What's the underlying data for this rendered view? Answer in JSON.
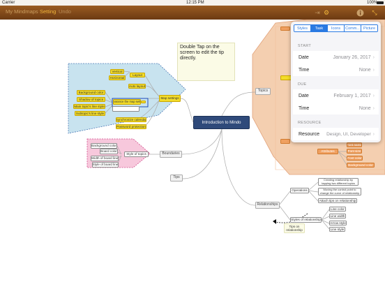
{
  "status_bar": {
    "carrier": "Carrier",
    "time": "12:15 PM",
    "battery": "100%"
  },
  "toolbar": {
    "title": "My Mindmaps",
    "setting_label": "Setting",
    "undo_label": "Undo",
    "colors": {
      "background": "#7d4719",
      "title": "#c99c5f",
      "active": "#f0b53a",
      "dim": "#b98c58"
    }
  },
  "canvas": {
    "tip_text": "Double Tap on the screen to edit the tip directly.",
    "central_topic": "Introduction to Mindo",
    "branches": {
      "topics": "Topics",
      "boundaries": "Boundaries",
      "tips": "Tips",
      "relationships": "Relationships",
      "map_settings": "Map settings"
    },
    "map_settings_children": {
      "layout": "Layout",
      "vertical": "Vertical",
      "horizontal": "Horizontal",
      "auto_layout": "Auto layout",
      "appearance": "Appearance the map settings",
      "background_color": "Background color",
      "shadow_of_topics": "Shadow of topics",
      "main_topic_line_style": "Main topic's line style",
      "subtopic_line_style": "Subtopic's line style",
      "synchronize_calendar": "Synchronize calendar",
      "password_protection": "Password protection"
    },
    "boundary_children": {
      "style_of_topics": "Style of topics",
      "background_color": "Background color",
      "board_color": "Board color",
      "width_of_board_line": "Width of board line",
      "style_of_board_line": "Style of board line"
    },
    "relationship_children": {
      "operations": "Operations",
      "creating": "Creating relationship by tapping two different topics",
      "moving": "Moving the control point to change the curve of relationship",
      "attach_tips": "Attach tips on relationship",
      "styles": "Styles of relationship",
      "line_color": "Line color",
      "line_width": "Line width",
      "arrow_style": "Arrow style",
      "line_style": "Line style",
      "tips_on_relationship": "Tips on relationship"
    },
    "topic_children": {
      "attributes": "Attributes",
      "font_name": "Font name",
      "font_size": "Font size",
      "font_color": "Font color",
      "background_color": "Background color"
    },
    "colors": {
      "map_settings_fill": "#c8e3ef",
      "boundary_fill": "#f7c8dc",
      "topics_fill": "#f4cfb0",
      "central": "#2f4a7a"
    }
  },
  "popover": {
    "tabs": [
      "Styles",
      "Task",
      "Icons",
      "Comm...",
      "Picture"
    ],
    "active_tab": "Task",
    "start_section": "START",
    "date_label": "Date",
    "start_date": "January 26, 2017",
    "time_label": "Time",
    "start_time": "None",
    "due_section": "DUE",
    "due_date": "February 1, 2017",
    "due_time": "None",
    "resource_section": "RESOURCE",
    "resource_label": "Resource",
    "resource_value": "Design, UI, Developer",
    "accent_color": "#2a7ae2"
  }
}
